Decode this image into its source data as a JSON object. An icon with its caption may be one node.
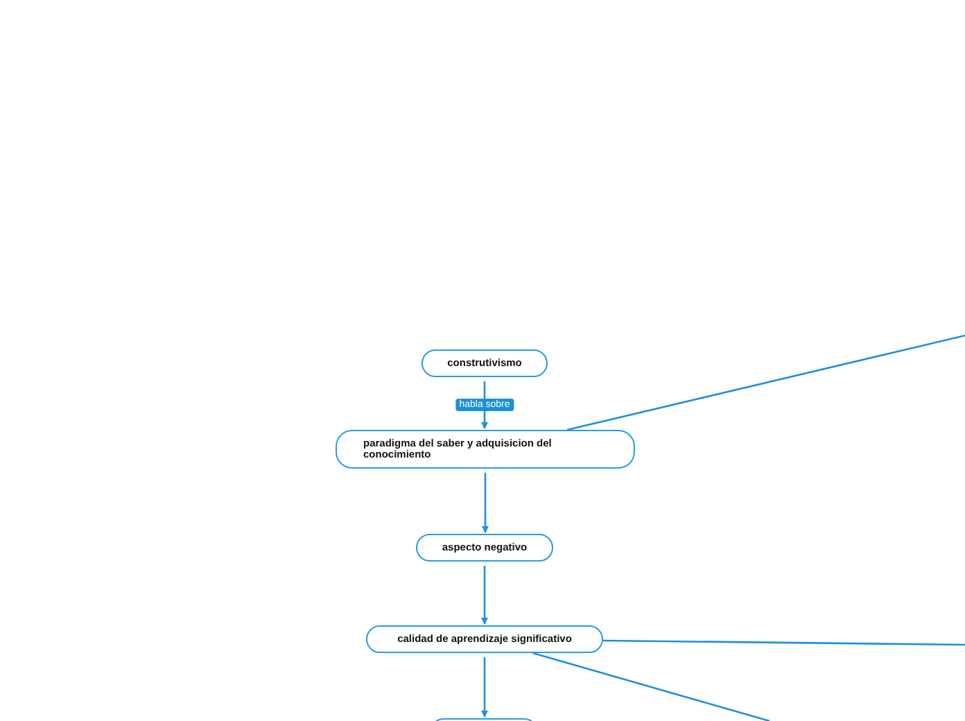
{
  "diagram": {
    "nodes": [
      {
        "text": [
          "construtivismo"
        ]
      },
      {
        "text": [
          "paradigma del saber y adquisicion del conocimiento"
        ]
      },
      {
        "text": [
          "aspecto negativo"
        ]
      },
      {
        "text": [
          "calidad de aprendizaje significativo"
        ]
      },
      {
        "text": [],
        "shape": "box"
      }
    ],
    "edges": [
      {
        "from": 0,
        "to": 1,
        "arrow": "to",
        "label": "habla sobre"
      },
      {
        "from": 1,
        "to": 2,
        "arrow": "to"
      },
      {
        "from": 2,
        "to": 3,
        "arrow": "to"
      },
      {
        "from": 3,
        "to": 4,
        "arrow": "to"
      },
      {
        "from": 1,
        "to": null,
        "arrow": "none"
      },
      {
        "from": 3,
        "to": null,
        "arrow": "none"
      },
      {
        "from": 3,
        "to": null,
        "arrow": "none"
      }
    ]
  }
}
